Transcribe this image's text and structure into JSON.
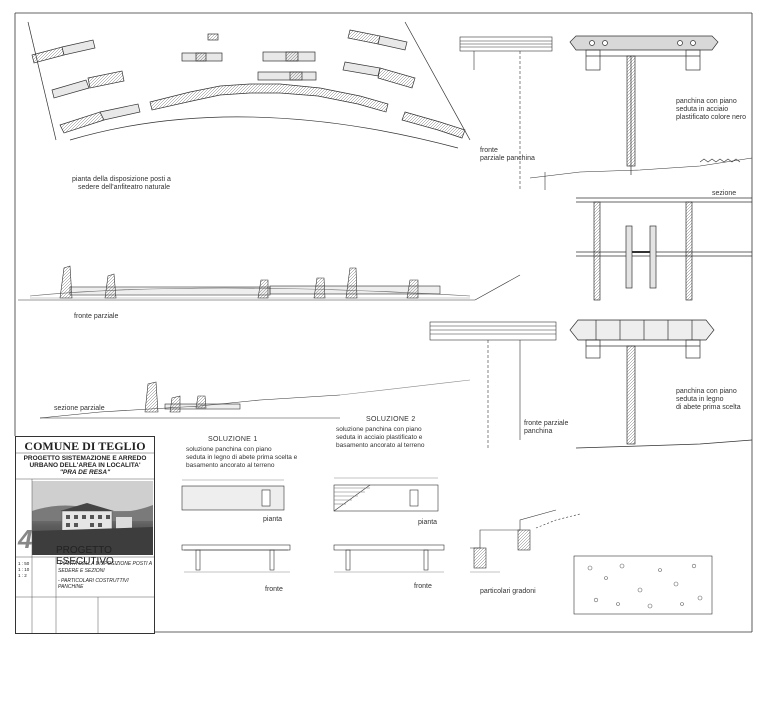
{
  "labels": {
    "plan_caption_1": "pianta della disposizione posti a",
    "plan_caption_2": "sedere dell'anfiteatro naturale",
    "fronte_parziale": "fronte parziale",
    "sezione_parziale": "sezione parziale",
    "fronte_parziale_panchina_top_1": "fronte",
    "fronte_parziale_panchina_top_2": "parziale panchina",
    "panchina_acciaio_1": "panchina con piano",
    "panchina_acciaio_2": "seduta in acciaio",
    "panchina_acciaio_3": "plastificato colore nero",
    "sezione": "sezione",
    "panchina_legno_1": "panchina con piano",
    "panchina_legno_2": "seduta in legno",
    "panchina_legno_3": "di abete prima scelta",
    "fronte_parziale_panchina_mid_1": "fronte parziale",
    "fronte_parziale_panchina_mid_2": "panchina",
    "soluzione1_title": "SOLUZIONE 1",
    "soluzione1_desc_1": "soluzione panchina con piano",
    "soluzione1_desc_2": "seduta in legno di abete prima scelta e",
    "soluzione1_desc_3": "basamento ancorato al terreno",
    "soluzione2_title": "SOLUZIONE 2",
    "soluzione2_desc_1": "soluzione panchina con piano",
    "soluzione2_desc_2": "seduta in acciaio plastificato e",
    "soluzione2_desc_3": "basamento ancorato al terreno",
    "pianta_1": "pianta",
    "pianta_2": "pianta",
    "fronte_1": "fronte",
    "fronte_2": "fronte",
    "particolari_gradoni": "particolari gradoni"
  },
  "title_block": {
    "comune": "COMUNE DI TEGLIO",
    "project_line_1": "PROGETTO SISTEMAZIONE E ARREDO",
    "project_line_2": "URBANO DELL'AREA IN LOCALITA'",
    "place": "\"PRA DE RESA\"",
    "sheet_number": "4",
    "phase": "PROGETTO ESECUTIVO",
    "item_1": "-PIANTA DELLA DISPOSIZIONE POSTI A",
    "item_2": "SEDERE E SEZIONI",
    "item_3": "- PARTICOLARI COSTRUTTIVI PANCHINE",
    "scale_1": "1 : 50",
    "scale_2": "1 : 10",
    "scale_3": "1 : 2"
  }
}
